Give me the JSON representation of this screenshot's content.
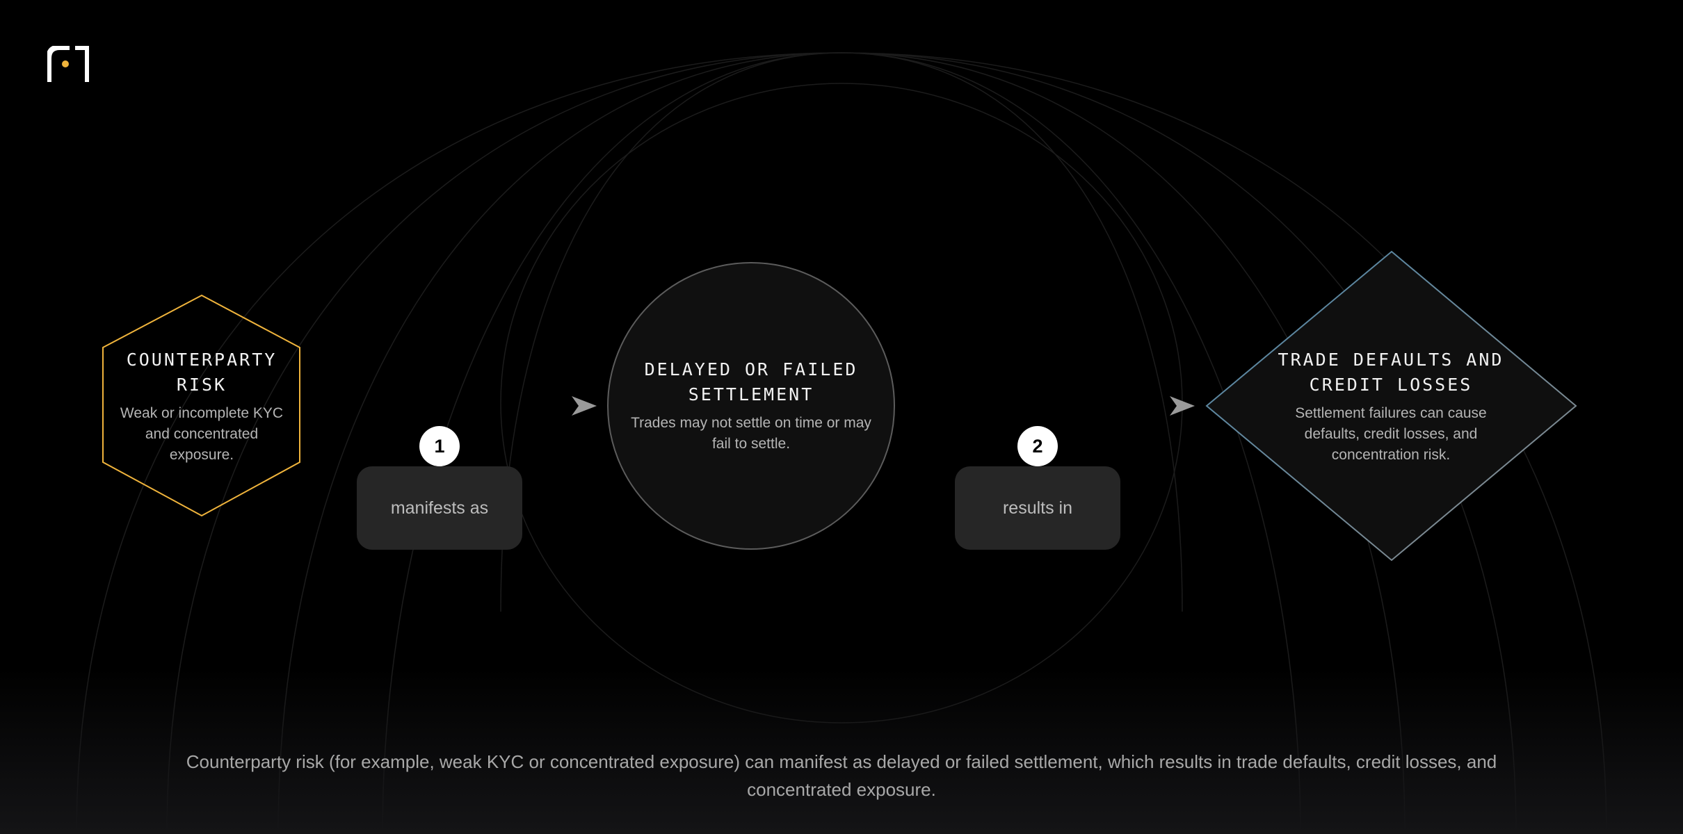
{
  "colors": {
    "background": "#000000",
    "hexagon_stroke": "#f0b43c",
    "circle_stroke": "#6a6a6a",
    "diamond_stroke_left": "#4d86a8",
    "diamond_stroke_right": "#8a8a8a",
    "badge_fill": "#ffffff",
    "label_fill": "#262626",
    "arrow": "#cfcfcf",
    "logo_dot": "#f0b43c"
  },
  "logo": {
    "icon": "brand-logo-icon"
  },
  "nodes": [
    {
      "shape": "hexagon",
      "title": "COUNTERPARTY RISK",
      "description": "Weak or incomplete KYC and concentrated exposure."
    },
    {
      "shape": "circle",
      "title": "DELAYED OR FAILED SETTLEMENT",
      "description": "Trades may not settle on time or may fail to settle."
    },
    {
      "shape": "diamond",
      "title": "TRADE DEFAULTS AND CREDIT LOSSES",
      "description": "Settlement failures can cause defaults, credit losses, and concentration risk."
    }
  ],
  "edges": [
    {
      "step": "1",
      "label": "manifests as"
    },
    {
      "step": "2",
      "label": "results in"
    }
  ],
  "caption": "Counterparty risk (for example, weak KYC or concentrated exposure) can manifest as delayed or failed settlement, which results in trade defaults, credit losses, and concentrated exposure."
}
